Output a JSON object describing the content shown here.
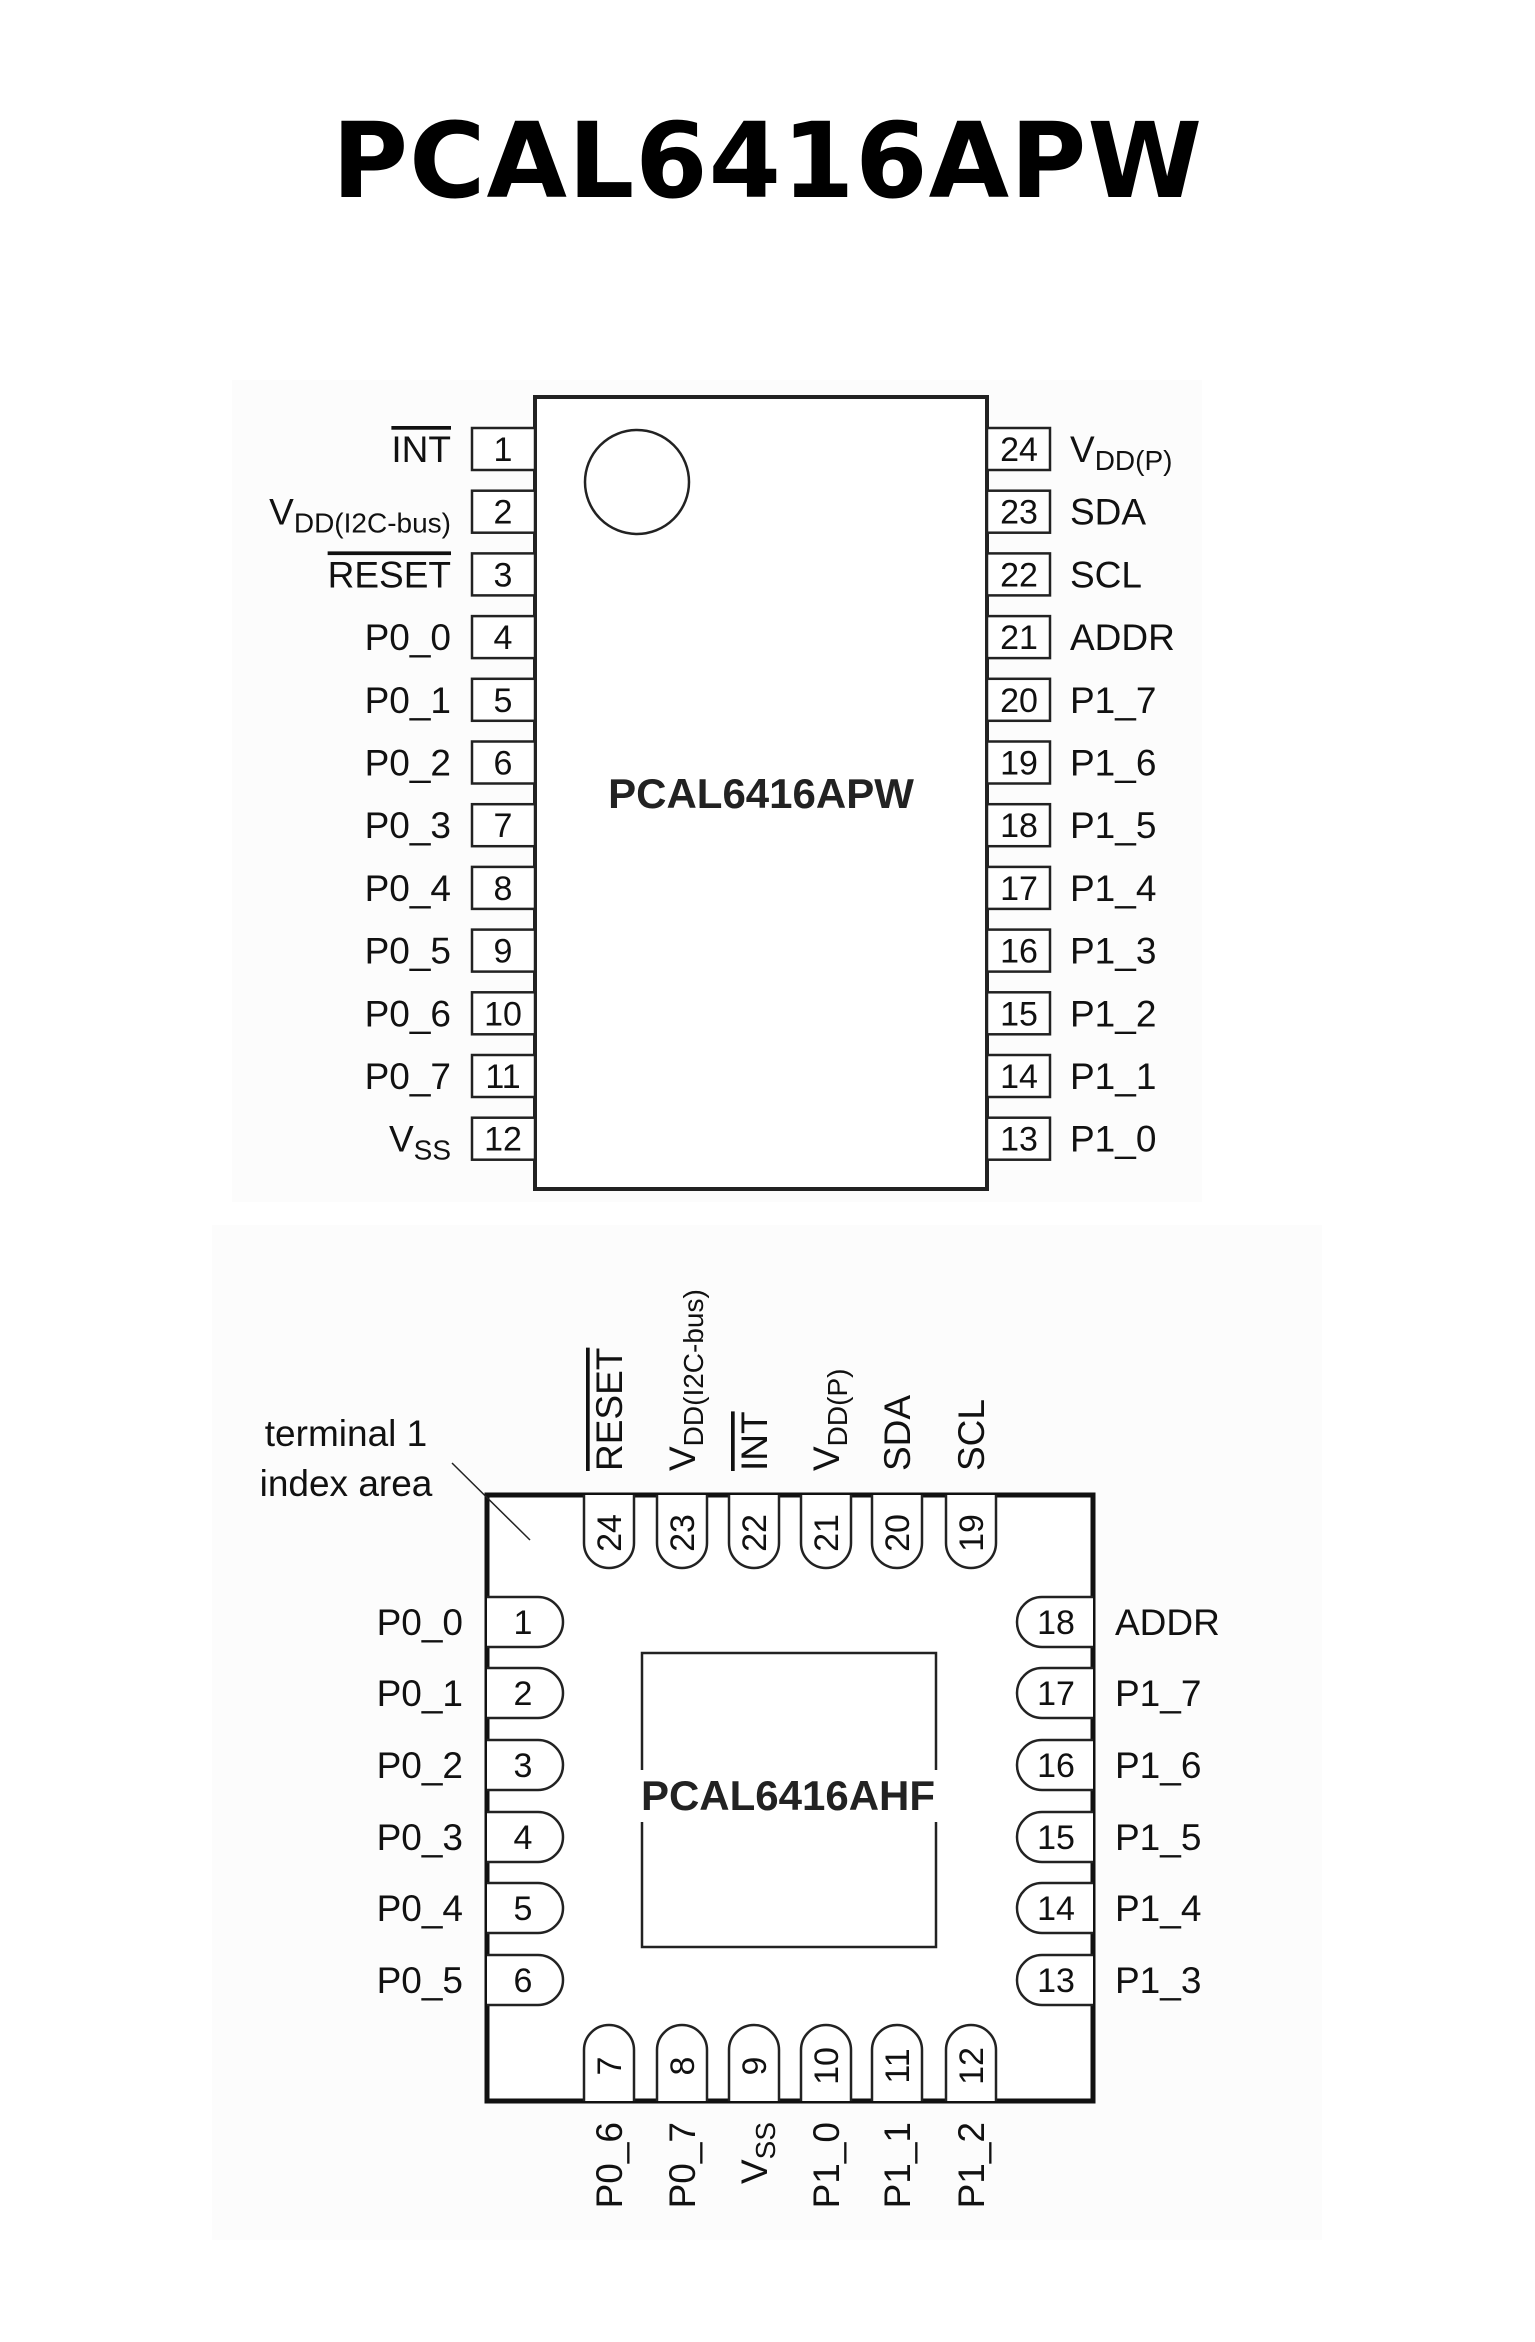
{
  "title": "PCAL6416APW",
  "tssop": {
    "chip_label": "PCAL6416APW",
    "left_pins": [
      {
        "num": "1",
        "label": "INT",
        "overline": true
      },
      {
        "num": "2",
        "label": "V",
        "sub": "DD(I2C-bus)"
      },
      {
        "num": "3",
        "label": "RESET",
        "overline": true
      },
      {
        "num": "4",
        "label": "P0_0"
      },
      {
        "num": "5",
        "label": "P0_1"
      },
      {
        "num": "6",
        "label": "P0_2"
      },
      {
        "num": "7",
        "label": "P0_3"
      },
      {
        "num": "8",
        "label": "P0_4"
      },
      {
        "num": "9",
        "label": "P0_5"
      },
      {
        "num": "10",
        "label": "P0_6"
      },
      {
        "num": "11",
        "label": "P0_7"
      },
      {
        "num": "12",
        "label": "V",
        "sub": "SS"
      }
    ],
    "right_pins": [
      {
        "num": "24",
        "label": "V",
        "sub": "DD(P)"
      },
      {
        "num": "23",
        "label": "SDA"
      },
      {
        "num": "22",
        "label": "SCL"
      },
      {
        "num": "21",
        "label": "ADDR"
      },
      {
        "num": "20",
        "label": "P1_7"
      },
      {
        "num": "19",
        "label": "P1_6"
      },
      {
        "num": "18",
        "label": "P1_5"
      },
      {
        "num": "17",
        "label": "P1_4"
      },
      {
        "num": "16",
        "label": "P1_3"
      },
      {
        "num": "15",
        "label": "P1_2"
      },
      {
        "num": "14",
        "label": "P1_1"
      },
      {
        "num": "13",
        "label": "P1_0"
      }
    ]
  },
  "hvqfn": {
    "chip_label": "PCAL6416AHF",
    "index_note": [
      "terminal 1",
      "index area"
    ],
    "left_pins": [
      {
        "num": "1",
        "label": "P0_0"
      },
      {
        "num": "2",
        "label": "P0_1"
      },
      {
        "num": "3",
        "label": "P0_2"
      },
      {
        "num": "4",
        "label": "P0_3"
      },
      {
        "num": "5",
        "label": "P0_4"
      },
      {
        "num": "6",
        "label": "P0_5"
      }
    ],
    "bottom_pins": [
      {
        "num": "7",
        "label": "P0_6"
      },
      {
        "num": "8",
        "label": "P0_7"
      },
      {
        "num": "9",
        "label": "V",
        "sub": "SS"
      },
      {
        "num": "10",
        "label": "P1_0"
      },
      {
        "num": "11",
        "label": "P1_1"
      },
      {
        "num": "12",
        "label": "P1_2"
      }
    ],
    "right_pins": [
      {
        "num": "18",
        "label": "ADDR"
      },
      {
        "num": "17",
        "label": "P1_7"
      },
      {
        "num": "16",
        "label": "P1_6"
      },
      {
        "num": "15",
        "label": "P1_5"
      },
      {
        "num": "14",
        "label": "P1_4"
      },
      {
        "num": "13",
        "label": "P1_3"
      }
    ],
    "top_pins": [
      {
        "num": "24",
        "label": "RESET",
        "overline": true
      },
      {
        "num": "23",
        "label": "V",
        "sub": "DD(I2C-bus)"
      },
      {
        "num": "22",
        "label": "INT",
        "overline": true
      },
      {
        "num": "21",
        "label": "V",
        "sub": "DD(P)"
      },
      {
        "num": "20",
        "label": "SDA"
      },
      {
        "num": "19",
        "label": "SCL"
      }
    ]
  }
}
